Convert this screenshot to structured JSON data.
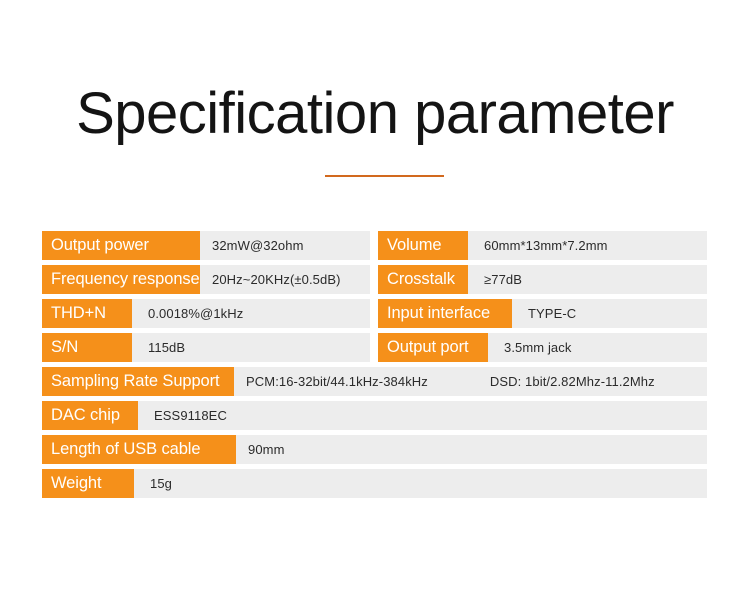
{
  "header": {
    "title": "Specification parameter"
  },
  "theme": {
    "accent_orange": "#F5901A",
    "divider_orange": "#D2691E",
    "value_background": "#ededed",
    "label_text": "#ffffff",
    "value_text": "#2b2b2b",
    "page_background": "#ffffff"
  },
  "spec_table": {
    "left_column": [
      {
        "label": "Output power",
        "value": "32mW@32ohm"
      },
      {
        "label": "Frequency response",
        "value": "20Hz~20KHz(±0.5dB)"
      },
      {
        "label": "THD+N",
        "value": "0.0018%@1kHz"
      },
      {
        "label": "S/N",
        "value": "115dB"
      }
    ],
    "right_column": [
      {
        "label": "Volume",
        "value": "60mm*13mm*7.2mm"
      },
      {
        "label": "Crosstalk",
        "value": "≥77dB"
      },
      {
        "label": "Input interface",
        "value": "TYPE-C"
      },
      {
        "label": "Output port",
        "value": "3.5mm jack"
      }
    ],
    "full_width_rows": [
      {
        "label": "Sampling Rate Support",
        "value_1": "PCM:16-32bit/44.1kHz-384kHz",
        "value_2": "DSD: 1bit/2.82Mhz-11.2Mhz"
      },
      {
        "label": "DAC chip",
        "value": "ESS9118EC"
      },
      {
        "label": "Length of USB cable",
        "value": "90mm"
      },
      {
        "label": "Weight",
        "value": "15g"
      }
    ]
  }
}
